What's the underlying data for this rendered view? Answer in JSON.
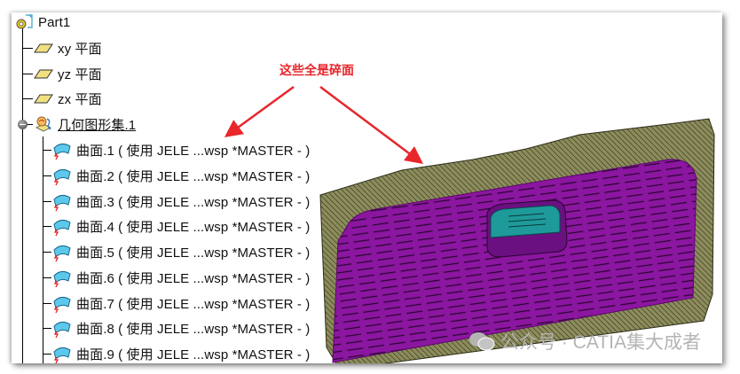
{
  "tree": {
    "root": {
      "label": "Part1",
      "icon": "part-gear-icon"
    },
    "planes": [
      {
        "label": "xy 平面",
        "icon": "plane-icon"
      },
      {
        "label": "yz 平面",
        "icon": "plane-icon"
      },
      {
        "label": "zx 平面",
        "icon": "plane-icon"
      }
    ],
    "geometric_set": {
      "label": "几何图形集.1",
      "icon": "geometric-set-icon",
      "expanded": true
    },
    "surfaces": [
      {
        "label": "曲面.1 (  使用 JELE ...wsp *MASTER -  )",
        "icon": "surface-icon"
      },
      {
        "label": "曲面.2 (  使用 JELE ...wsp *MASTER -  )",
        "icon": "surface-icon"
      },
      {
        "label": "曲面.3 (  使用 JELE ...wsp *MASTER -  )",
        "icon": "surface-icon"
      },
      {
        "label": "曲面.4 (  使用 JELE ...wsp *MASTER -  )",
        "icon": "surface-icon"
      },
      {
        "label": "曲面.5 (  使用 JELE ...wsp *MASTER -  )",
        "icon": "surface-icon"
      },
      {
        "label": "曲面.6 (  使用 JELE ...wsp *MASTER -  )",
        "icon": "surface-icon"
      },
      {
        "label": "曲面.7 (  使用 JELE ...wsp *MASTER -  )",
        "icon": "surface-icon"
      },
      {
        "label": "曲面.8 (  使用 JELE ...wsp *MASTER -  )",
        "icon": "surface-icon"
      },
      {
        "label": "曲面.9 (  使用 JELE ...wsp *MASTER -  )",
        "icon": "surface-icon"
      }
    ]
  },
  "annotation": {
    "text": "这些全是碎面",
    "color": "#e8262c"
  },
  "viewport": {
    "model": "tailgate-panel",
    "colors": {
      "frame": "#8a8a5a",
      "surface": "#8a1a9a",
      "window": "#1f9a9a"
    }
  },
  "watermark": {
    "text": "公众号 · CATIA集大成者",
    "icon": "wechat-icon"
  }
}
